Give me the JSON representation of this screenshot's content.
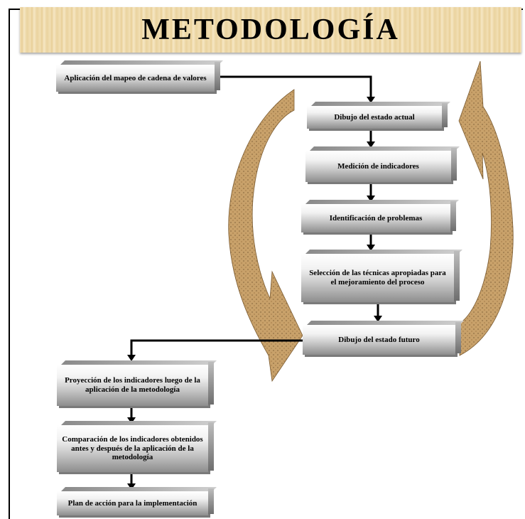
{
  "title": "METODOLOGÍA",
  "steps": {
    "s1": "Aplicación del mapeo de cadena de valores",
    "s2": "Dibujo del estado actual",
    "s3": "Medición de indicadores",
    "s4": "Identificación de problemas",
    "s5": "Selección de las técnicas apropiadas para el mejoramiento del proceso",
    "s6": "Dibujo del estado futuro",
    "s7": "Proyección de los indicadores luego de la aplicación de la metodología",
    "s8": "Comparación de los indicadores obtenidos antes y después de la aplicación de la metodología",
    "s9": "Plan de acción para la implementación"
  },
  "colors": {
    "arrow_fill": "#c8a16a",
    "arrow_texture": "#9c7a4d",
    "connector": "#000000"
  }
}
